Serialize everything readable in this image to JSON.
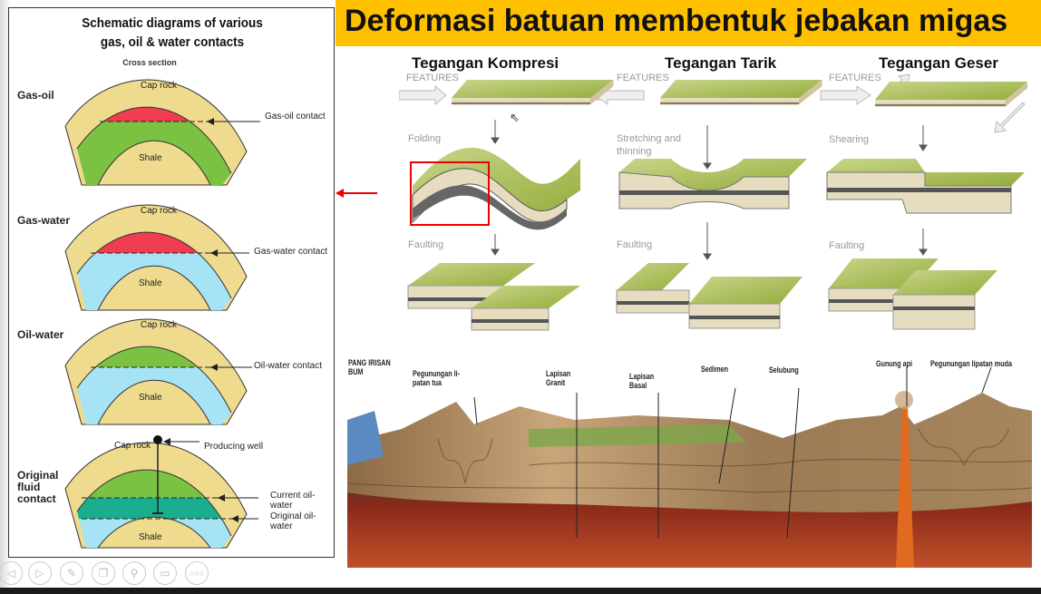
{
  "slide_title": "Deformasi batuan membentuk jebakan migas",
  "left_panel": {
    "title_line1": "Schematic diagrams of various",
    "title_line2": "gas, oil & water contacts",
    "subtitle": "Cross section",
    "rows": [
      {
        "label": "Gas-oil",
        "cap": "Cap rock",
        "core": "Shale",
        "contact": "Gas-oil contact"
      },
      {
        "label": "Gas-water",
        "cap": "Cap rock",
        "core": "Shale",
        "contact": "Gas-water contact"
      },
      {
        "label": "Oil-water",
        "cap": "Cap rock",
        "core": "Shale",
        "contact": "Oil-water contact"
      },
      {
        "label_line1": "Original",
        "label_line2": "fluid",
        "label_line3": "contact",
        "cap": "Cap rock",
        "core": "Shale",
        "well": "Producing well",
        "contact1": "Current oil-water",
        "contact2": "Original oil-water"
      }
    ]
  },
  "columns": [
    {
      "title": "Tegangan Kompresi",
      "features": "FEATURES",
      "step": "Folding",
      "fault": "Faulting"
    },
    {
      "title": "Tegangan Tarik",
      "features": "FEATURES",
      "step_line1": "Stretching and",
      "step_line2": "thinning",
      "fault": "Faulting"
    },
    {
      "title": "Tegangan Geser",
      "features": "FEATURES",
      "step": "Shearing",
      "fault": "Faulting"
    }
  ],
  "cross_section": {
    "label_line1": "PANG IRISAN",
    "label_line2": "BUM",
    "labels": [
      {
        "l1": "Pegunungan li-",
        "l2": "patan tua"
      },
      {
        "l1": "Lapisan",
        "l2": "Granit"
      },
      {
        "l1": "Lapisan",
        "l2": "Basal"
      },
      {
        "l1": "Sedimen"
      },
      {
        "l1": "Selubung"
      },
      {
        "l1": "Gunung api"
      },
      {
        "l1": "Pegunungan lipatan muda"
      }
    ]
  },
  "colors": {
    "title_bar": "#FFC000",
    "gas": "#EE3E50",
    "oil": "#7CC242",
    "water": "#A6E3F5",
    "cap": "#EEDB8E",
    "highlight": "#E00000"
  },
  "nav_buttons": [
    "previous",
    "next",
    "pen",
    "slides",
    "zoom",
    "subtitles",
    "more"
  ]
}
